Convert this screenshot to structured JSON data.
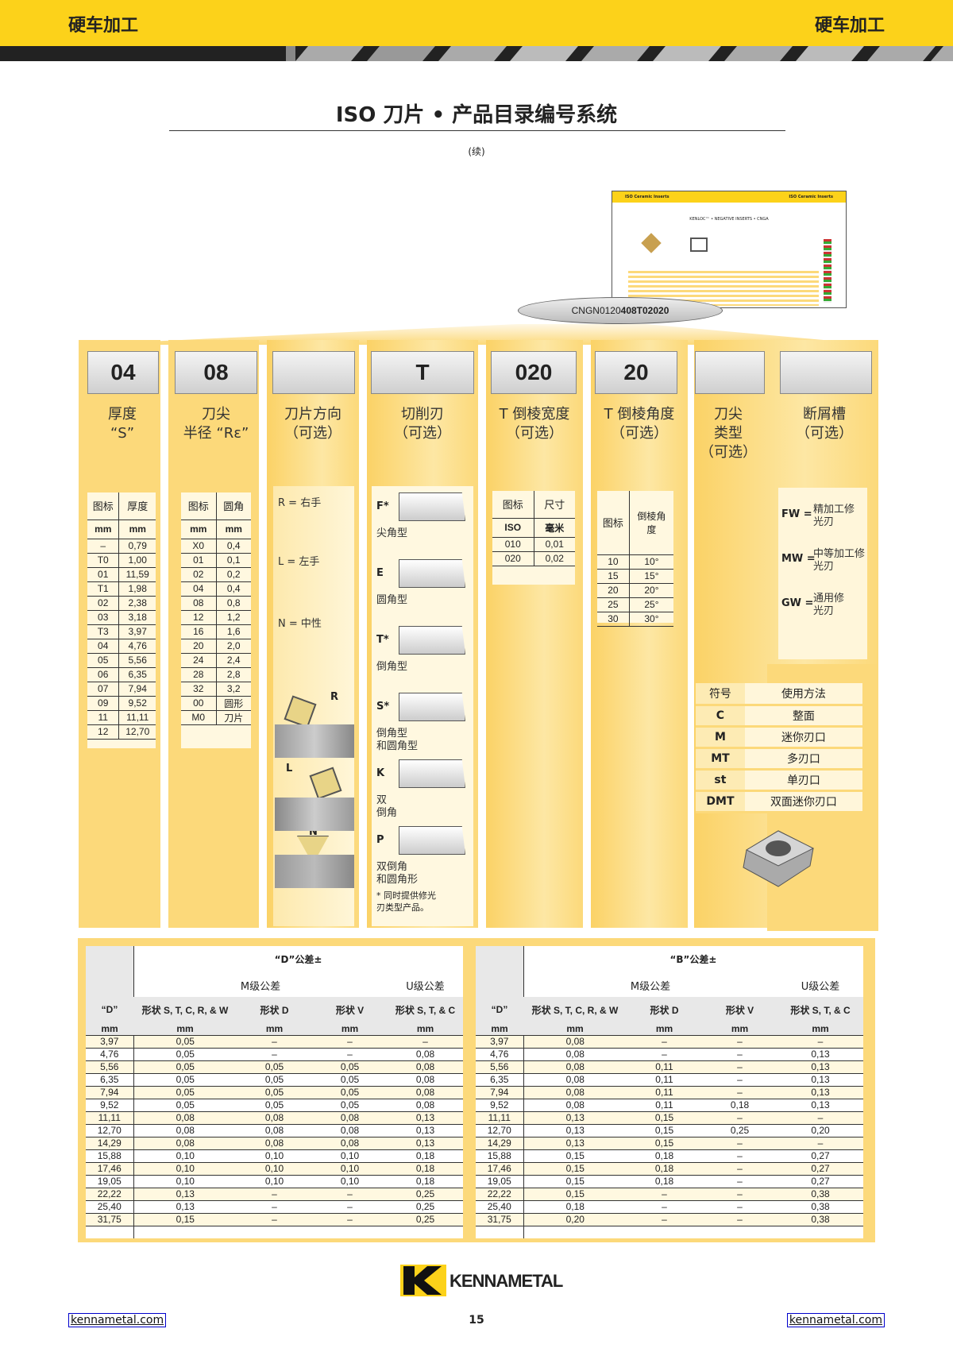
{
  "header": {
    "left": "硬车加工",
    "right": "硬车加工"
  },
  "title": "ISO 刀片 • 产品目录编号系统",
  "subtitle": "(续)",
  "thumbnail": {
    "left": "ISO Ceramic Inserts",
    "right": "ISO Ceramic Inserts",
    "center": "KENLOC™ • NEGATIVE INSERTS • CNGA"
  },
  "code": {
    "prefix": "CNGN0120",
    "bold": "408T02020"
  },
  "columns": [
    {
      "code": "04",
      "label": "厚度\n“S”"
    },
    {
      "code": "08",
      "label": "刀尖\n半径 “Rε”"
    },
    {
      "code": "",
      "label": "刀片方向\n（可选）"
    },
    {
      "code": "T",
      "label": "切削刃\n（可选）"
    },
    {
      "code": "020",
      "label": "T 倒棱宽度\n（可选）"
    },
    {
      "code": "20",
      "label": "T 倒棱角度\n（可选）"
    },
    {
      "code": "",
      "label": "刀尖\n类型\n（可选）"
    },
    {
      "code": "",
      "label": "断屑槽\n（可选）"
    }
  ],
  "thickness": {
    "h1": [
      "图标",
      "厚度"
    ],
    "h2": [
      "mm",
      "mm"
    ],
    "rows": [
      [
        "–",
        "0,79"
      ],
      [
        "T0",
        "1,00"
      ],
      [
        "01",
        "11,59"
      ],
      [
        "T1",
        "1,98"
      ],
      [
        "02",
        "2,38"
      ],
      [
        "03",
        "3,18"
      ],
      [
        "T3",
        "3,97"
      ],
      [
        "04",
        "4,76"
      ],
      [
        "05",
        "5,56"
      ],
      [
        "06",
        "6,35"
      ],
      [
        "07",
        "7,94"
      ],
      [
        "09",
        "9,52"
      ],
      [
        "11",
        "11,11"
      ],
      [
        "12",
        "12,70"
      ]
    ]
  },
  "radius": {
    "h1": [
      "图标",
      "圆角"
    ],
    "h2": [
      "mm",
      "mm"
    ],
    "rows": [
      [
        "X0",
        "0,4"
      ],
      [
        "01",
        "0,1"
      ],
      [
        "02",
        "0,2"
      ],
      [
        "04",
        "0,4"
      ],
      [
        "08",
        "0,8"
      ],
      [
        "12",
        "1,2"
      ],
      [
        "16",
        "1,6"
      ],
      [
        "20",
        "2,0"
      ],
      [
        "24",
        "2,4"
      ],
      [
        "28",
        "2,8"
      ],
      [
        "32",
        "3,2"
      ],
      [
        "00",
        "圆形"
      ],
      [
        "M0",
        "刀片"
      ]
    ]
  },
  "direction": {
    "r": "R = 右手",
    "l": "L = 左手",
    "n": "N = 中性",
    "rl": "R",
    "ll": "L",
    "nl": "N"
  },
  "edges": [
    {
      "c": "F*",
      "t": "尖角型"
    },
    {
      "c": "E",
      "t": "圆角型"
    },
    {
      "c": "T*",
      "t": "倒角型"
    },
    {
      "c": "S*",
      "t": "倒角型\n和圆角型"
    },
    {
      "c": "K",
      "t": "双\n倒角"
    },
    {
      "c": "P",
      "t": "双倒角\n和圆角形"
    }
  ],
  "edges_note": "* 同时提供修光\n刃类型产品。",
  "width": {
    "h1": [
      "图标",
      "尺寸"
    ],
    "h2": [
      "ISO",
      "毫米"
    ],
    "rows": [
      [
        "010",
        "0,01"
      ],
      [
        "020",
        "0,02"
      ]
    ]
  },
  "angle": {
    "h1": [
      "图标",
      "倒棱角\n度"
    ],
    "rows": [
      [
        "10",
        "10°"
      ],
      [
        "15",
        "15°"
      ],
      [
        "20",
        "20°"
      ],
      [
        "25",
        "25°"
      ],
      [
        "30",
        "30°"
      ]
    ]
  },
  "chip": [
    {
      "c": "FW =",
      "t": "精加工修\n光刃"
    },
    {
      "c": "MW =",
      "t": "中等加工修\n光刃"
    },
    {
      "c": "GW =",
      "t": "通用修\n光刃"
    }
  ],
  "symbols": {
    "h": [
      "符号",
      "使用方法"
    ],
    "rows": [
      [
        "C",
        "整面"
      ],
      [
        "M",
        "迷你刃口"
      ],
      [
        "MT",
        "多刃口"
      ],
      [
        "st",
        "单刃口"
      ],
      [
        "DMT",
        "双面迷你刃口"
      ]
    ]
  },
  "tol_d": {
    "title": "“D”公差±",
    "m": "M级公差",
    "u": "U级公差",
    "cols": [
      "“D”",
      "形状 S, T, C, R, & W",
      "形状 D",
      "形状 V",
      "形状 S, T, & C"
    ],
    "units": [
      "mm",
      "mm",
      "mm",
      "mm",
      "mm"
    ],
    "rows": [
      [
        "3,97",
        "0,05",
        "–",
        "–",
        "–"
      ],
      [
        "4,76",
        "0,05",
        "–",
        "–",
        "0,08"
      ],
      [
        "5,56",
        "0,05",
        "0,05",
        "0,05",
        "0,08"
      ],
      [
        "6,35",
        "0,05",
        "0,05",
        "0,05",
        "0,08"
      ],
      [
        "7,94",
        "0,05",
        "0,05",
        "0,05",
        "0,08"
      ],
      [
        "9,52",
        "0,05",
        "0,05",
        "0,05",
        "0,08"
      ],
      [
        "11,11",
        "0,08",
        "0,08",
        "0,08",
        "0,13"
      ],
      [
        "12,70",
        "0,08",
        "0,08",
        "0,08",
        "0,13"
      ],
      [
        "14,29",
        "0,08",
        "0,08",
        "0,08",
        "0,13"
      ],
      [
        "15,88",
        "0,10",
        "0,10",
        "0,10",
        "0,18"
      ],
      [
        "17,46",
        "0,10",
        "0,10",
        "0,10",
        "0,18"
      ],
      [
        "19,05",
        "0,10",
        "0,10",
        "0,10",
        "0,18"
      ],
      [
        "22,22",
        "0,13",
        "–",
        "–",
        "0,25"
      ],
      [
        "25,40",
        "0,13",
        "–",
        "–",
        "0,25"
      ],
      [
        "31,75",
        "0,15",
        "–",
        "–",
        "0,25"
      ]
    ]
  },
  "tol_b": {
    "title": "“B”公差±",
    "m": "M级公差",
    "u": "U级公差",
    "cols": [
      "“D”",
      "形状 S, T, C, R, & W",
      "形状 D",
      "形状 V",
      "形状 S, T, & C"
    ],
    "units": [
      "mm",
      "mm",
      "mm",
      "mm",
      "mm"
    ],
    "rows": [
      [
        "3,97",
        "0,08",
        "–",
        "–",
        "–"
      ],
      [
        "4,76",
        "0,08",
        "–",
        "–",
        "0,13"
      ],
      [
        "5,56",
        "0,08",
        "0,11",
        "–",
        "0,13"
      ],
      [
        "6,35",
        "0,08",
        "0,11",
        "–",
        "0,13"
      ],
      [
        "7,94",
        "0,08",
        "0,11",
        "–",
        "0,13"
      ],
      [
        "9,52",
        "0,08",
        "0,11",
        "0,18",
        "0,13"
      ],
      [
        "11,11",
        "0,13",
        "0,15",
        "–",
        "–"
      ],
      [
        "12,70",
        "0,13",
        "0,15",
        "0,25",
        "0,20"
      ],
      [
        "14,29",
        "0,13",
        "0,15",
        "–",
        "–"
      ],
      [
        "15,88",
        "0,15",
        "0,18",
        "–",
        "0,27"
      ],
      [
        "17,46",
        "0,15",
        "0,18",
        "–",
        "0,27"
      ],
      [
        "19,05",
        "0,15",
        "0,18",
        "–",
        "0,27"
      ],
      [
        "22,22",
        "0,15",
        "–",
        "–",
        "0,38"
      ],
      [
        "25,40",
        "0,18",
        "–",
        "–",
        "0,38"
      ],
      [
        "31,75",
        "0,20",
        "–",
        "–",
        "0,38"
      ]
    ]
  },
  "brand": "KENNAMETAL",
  "footer": {
    "left": "kennametal.com",
    "page": "15",
    "right": "kennametal.com"
  }
}
